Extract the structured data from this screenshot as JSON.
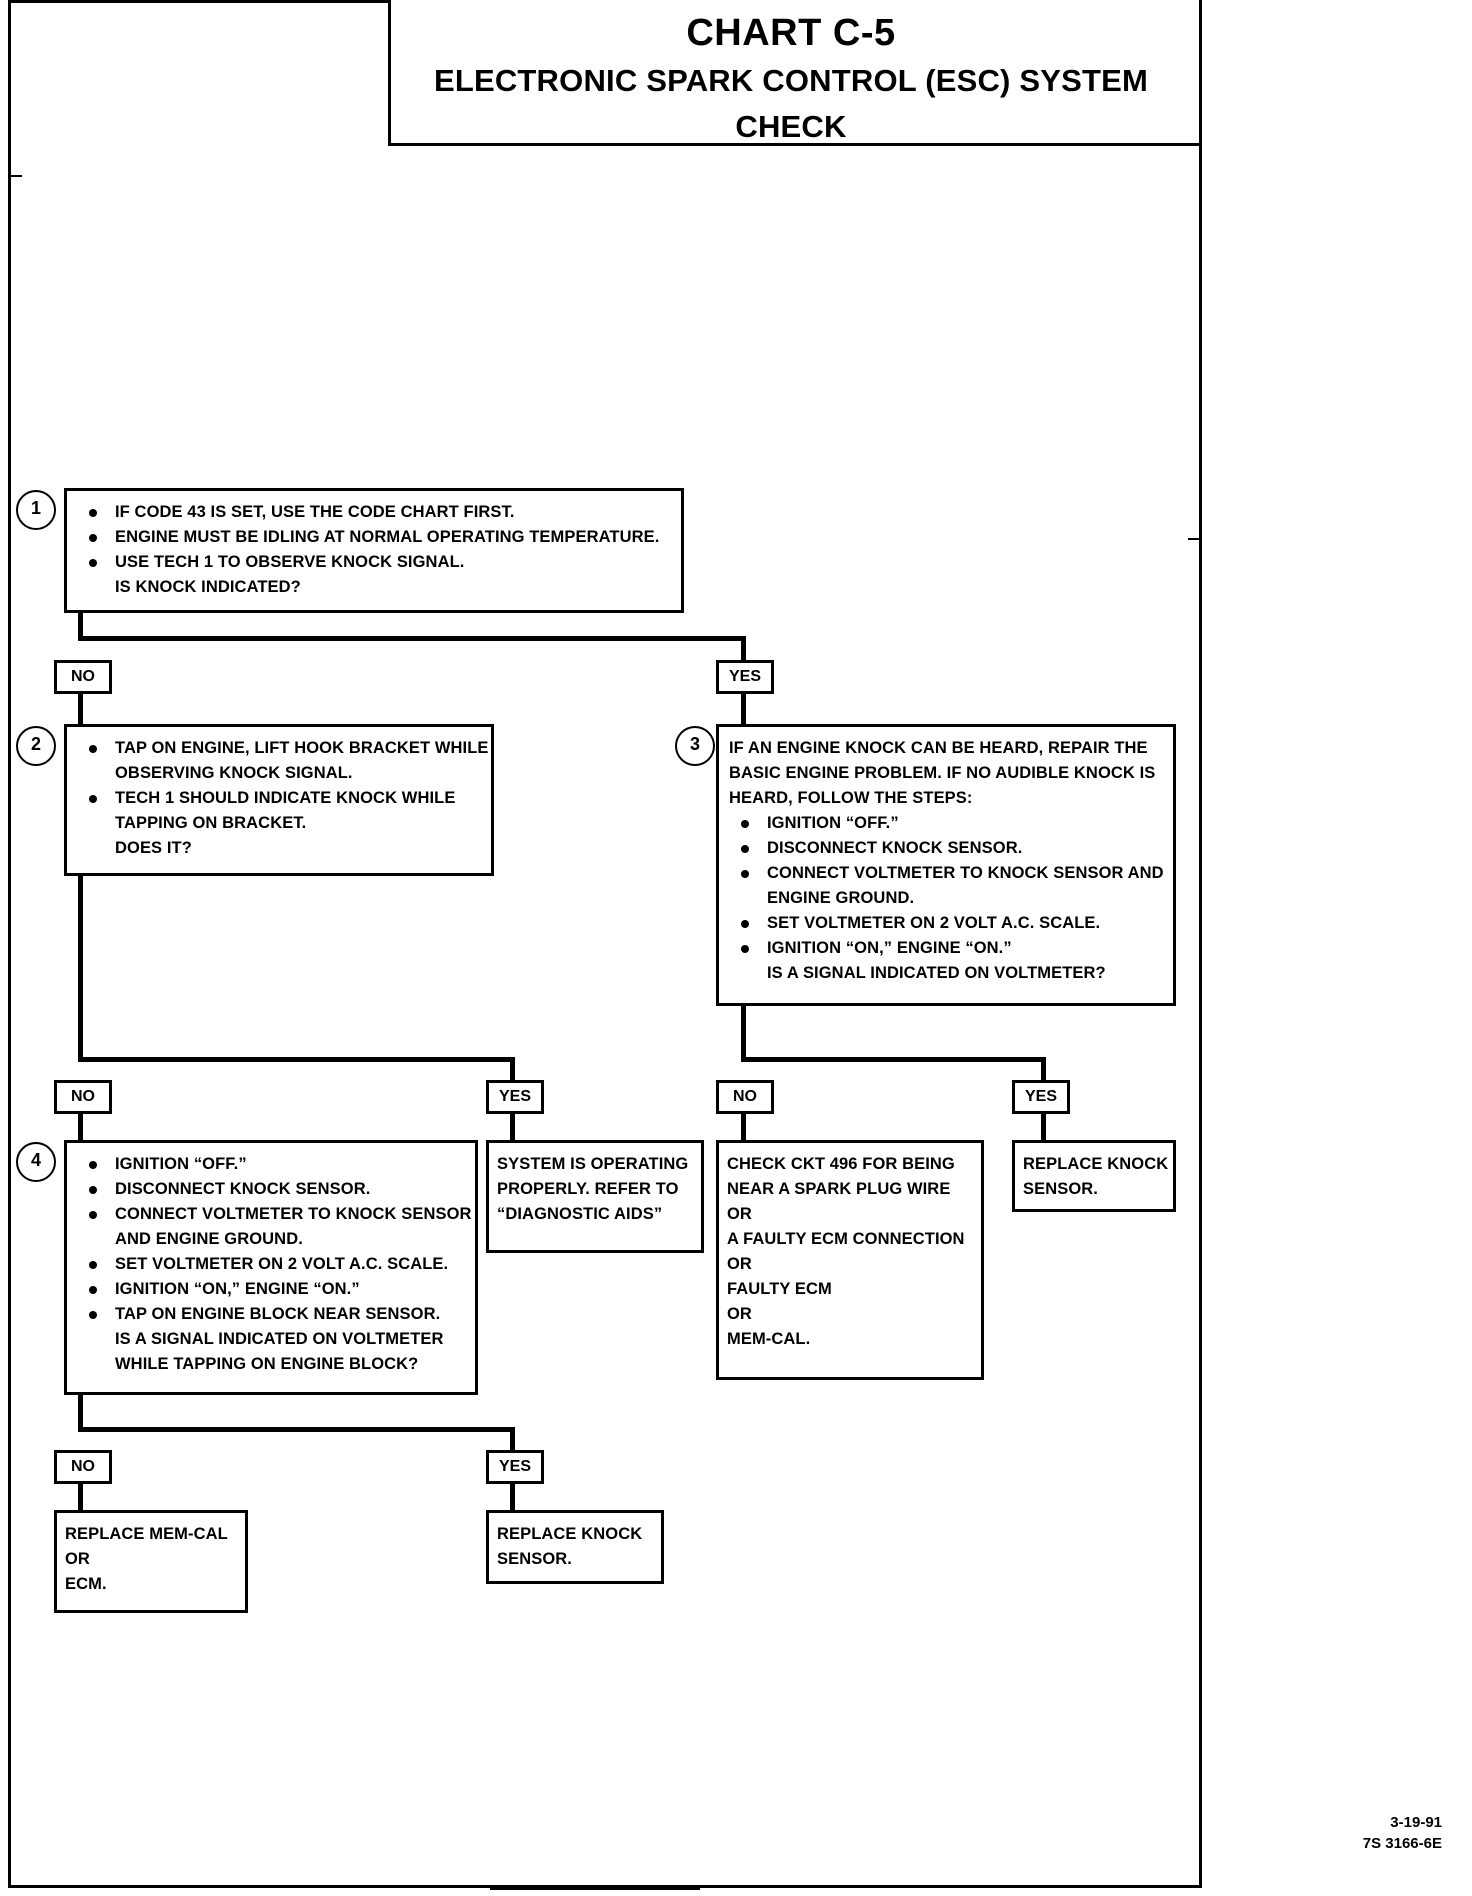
{
  "document": {
    "title_line1": "CHART C-5",
    "title_line2": "ELECTRONIC SPARK CONTROL (ESC) SYSTEM CHECK",
    "footer_date": "3-19-91",
    "footer_code": "7S 3166-6E"
  },
  "labels": {
    "yes": "YES",
    "no": "NO"
  },
  "steps": {
    "s1": "1",
    "s2": "2",
    "s3": "3",
    "s4": "4"
  },
  "box1": {
    "l1": "IF CODE 43 IS SET, USE THE CODE CHART FIRST.",
    "l2": "ENGINE MUST BE IDLING AT NORMAL OPERATING TEMPERATURE.",
    "l3": "USE TECH 1 TO OBSERVE KNOCK SIGNAL.",
    "l4": "IS KNOCK INDICATED?"
  },
  "box2": {
    "l1": "TAP ON ENGINE, LIFT HOOK BRACKET WHILE",
    "l2": "OBSERVING KNOCK SIGNAL.",
    "l3": "TECH 1 SHOULD INDICATE KNOCK WHILE",
    "l4": "TAPPING ON BRACKET.",
    "l5": "DOES IT?"
  },
  "box3": {
    "l1": "IF AN ENGINE KNOCK CAN BE HEARD, REPAIR THE",
    "l2": "BASIC ENGINE PROBLEM.  IF NO AUDIBLE KNOCK IS",
    "l3": "HEARD, FOLLOW THE STEPS:",
    "l4": "IGNITION “OFF.”",
    "l5": "DISCONNECT KNOCK SENSOR.",
    "l6": "CONNECT VOLTMETER TO KNOCK SENSOR AND",
    "l7": "ENGINE GROUND.",
    "l8": "SET VOLTMETER ON 2 VOLT A.C. SCALE.",
    "l9": "IGNITION “ON,” ENGINE “ON.”",
    "l10": "IS A SIGNAL INDICATED ON VOLTMETER?"
  },
  "box4": {
    "l1": "IGNITION “OFF.”",
    "l2": "DISCONNECT KNOCK SENSOR.",
    "l3": "CONNECT VOLTMETER TO KNOCK SENSOR",
    "l4": "AND ENGINE GROUND.",
    "l5": "SET VOLTMETER ON 2 VOLT A.C. SCALE.",
    "l6": "IGNITION “ON,” ENGINE “ON.”",
    "l7": "TAP ON ENGINE BLOCK NEAR SENSOR.",
    "l8": "IS A SIGNAL INDICATED ON VOLTMETER",
    "l9": "WHILE TAPPING ON ENGINE BLOCK?"
  },
  "result_system_ok": {
    "l1": "SYSTEM IS OPERATING",
    "l2": "PROPERLY.  REFER TO",
    "l3": "“DIAGNOSTIC AIDS”"
  },
  "result_check_ckt": {
    "l1": "CHECK CKT 496 FOR BEING",
    "l2": "NEAR A SPARK PLUG WIRE",
    "l3": "OR",
    "l4": "A FAULTY ECM CONNECTION",
    "l5": "OR",
    "l6": "FAULTY ECM",
    "l7": "OR",
    "l8": "MEM-CAL."
  },
  "result_replace_knock_1": {
    "l1": "REPLACE KNOCK",
    "l2": "SENSOR."
  },
  "result_replace_memcal": {
    "l1": "REPLACE MEM-CAL",
    "l2": "OR",
    "l3": "ECM."
  },
  "result_replace_knock_2": {
    "l1": "REPLACE KNOCK",
    "l2": "SENSOR."
  }
}
